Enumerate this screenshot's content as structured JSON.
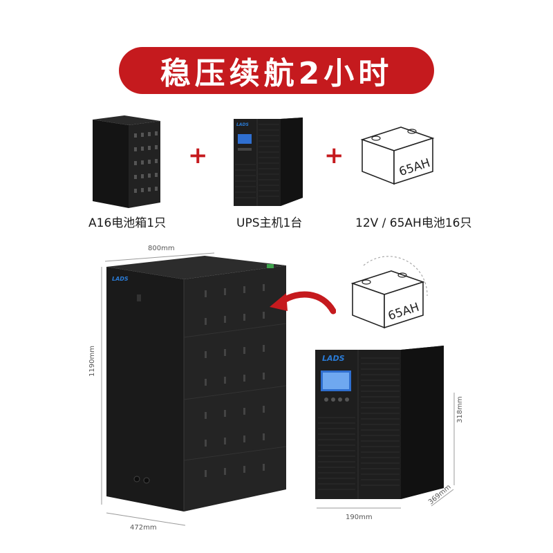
{
  "banner": {
    "title": "稳压续航2小时"
  },
  "components": [
    {
      "caption": "A16电池箱1只"
    },
    {
      "caption": "UPS主机1台"
    },
    {
      "caption": "12V / 65AH电池16只"
    }
  ],
  "battery_label": "65AH",
  "brand_logo": "LADS",
  "dimensions": {
    "cabinet_width": "800mm",
    "cabinet_height": "1190mm",
    "cabinet_depth": "472mm",
    "ups_height": "318mm",
    "ups_depth": "369mm",
    "ups_width": "190mm"
  },
  "colors": {
    "accent": "#c51a1e",
    "product": "#1b1b1b"
  },
  "icons": [
    "plus-icon",
    "curved-arrow-icon"
  ]
}
